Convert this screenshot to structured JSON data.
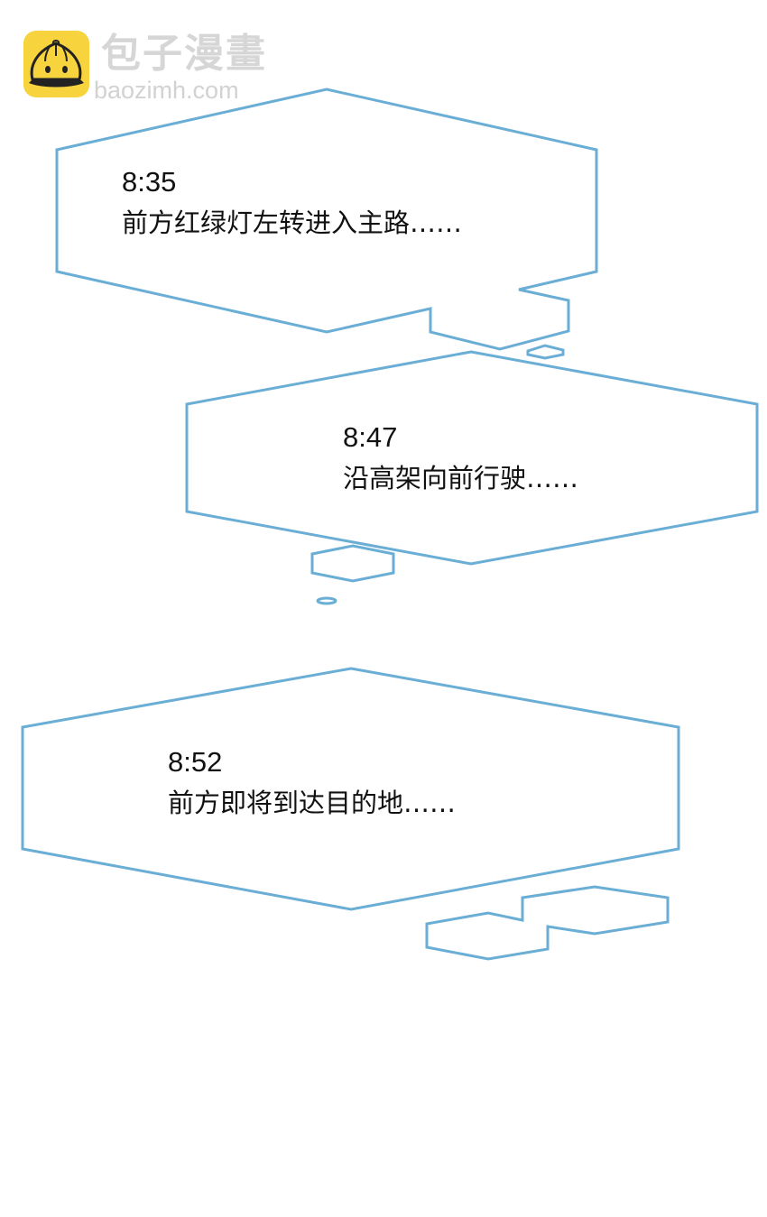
{
  "watermark": {
    "brand_cn": "包子漫畫",
    "brand_url": "baozimh.com",
    "logo_icon": "steamed-bun-icon",
    "logo_bg": "#f7d33d"
  },
  "bubbles": [
    {
      "time": "8:35",
      "message": "前方红绿灯左转进入主路……"
    },
    {
      "time": "8:47",
      "message": "沿高架向前行驶……"
    },
    {
      "time": "8:52",
      "message": "前方即将到达目的地……"
    }
  ],
  "colors": {
    "bubble_stroke": "#6aaed6",
    "text": "#111111",
    "background": "#ffffff"
  }
}
